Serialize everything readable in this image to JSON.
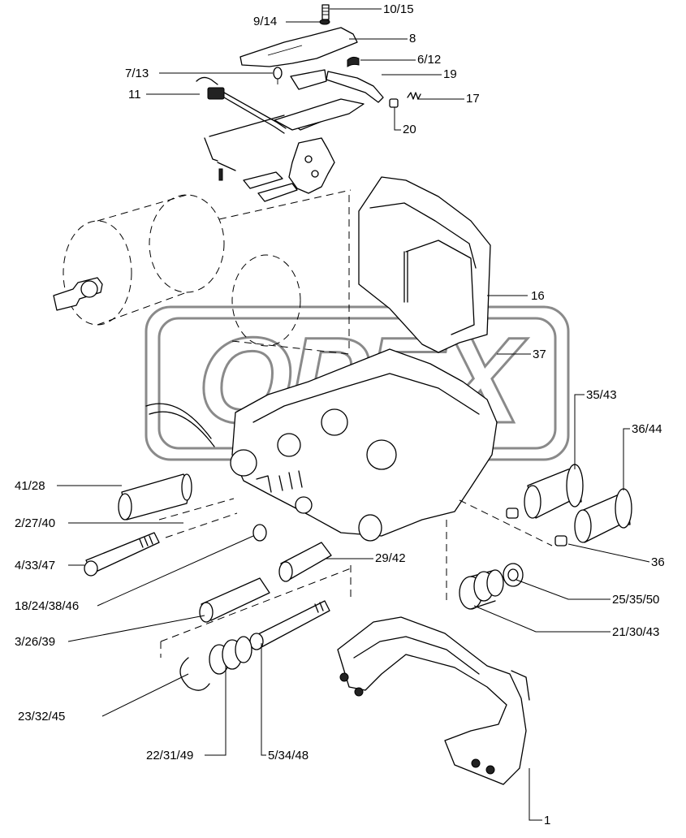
{
  "watermark": "OPEX",
  "callouts": [
    {
      "id": "c-10-15",
      "text": "10/15"
    },
    {
      "id": "c-9-14",
      "text": "9/14"
    },
    {
      "id": "c-8",
      "text": "8"
    },
    {
      "id": "c-7-13",
      "text": "7/13"
    },
    {
      "id": "c-6-12",
      "text": "6/12"
    },
    {
      "id": "c-19",
      "text": "19"
    },
    {
      "id": "c-11",
      "text": "11"
    },
    {
      "id": "c-17",
      "text": "17"
    },
    {
      "id": "c-20",
      "text": "20"
    },
    {
      "id": "c-16",
      "text": "16"
    },
    {
      "id": "c-37",
      "text": "37"
    },
    {
      "id": "c-35-43",
      "text": "35/43"
    },
    {
      "id": "c-36-44",
      "text": "36/44"
    },
    {
      "id": "c-41-28",
      "text": "41/28"
    },
    {
      "id": "c-2-27-40",
      "text": "2/27/40"
    },
    {
      "id": "c-4-33-47",
      "text": "4/33/47"
    },
    {
      "id": "c-29-42",
      "text": "29/42"
    },
    {
      "id": "c-36",
      "text": "36"
    },
    {
      "id": "c-18-24-38-46",
      "text": "18/24/38/46"
    },
    {
      "id": "c-25-35-50",
      "text": "25/35/50"
    },
    {
      "id": "c-3-26-39",
      "text": "3/26/39"
    },
    {
      "id": "c-21-30-43",
      "text": "21/30/43"
    },
    {
      "id": "c-23-32-45",
      "text": "23/32/45"
    },
    {
      "id": "c-22-31-49",
      "text": "22/31/49"
    },
    {
      "id": "c-5-34-48",
      "text": "5/34/48"
    },
    {
      "id": "c-1",
      "text": "1"
    }
  ]
}
